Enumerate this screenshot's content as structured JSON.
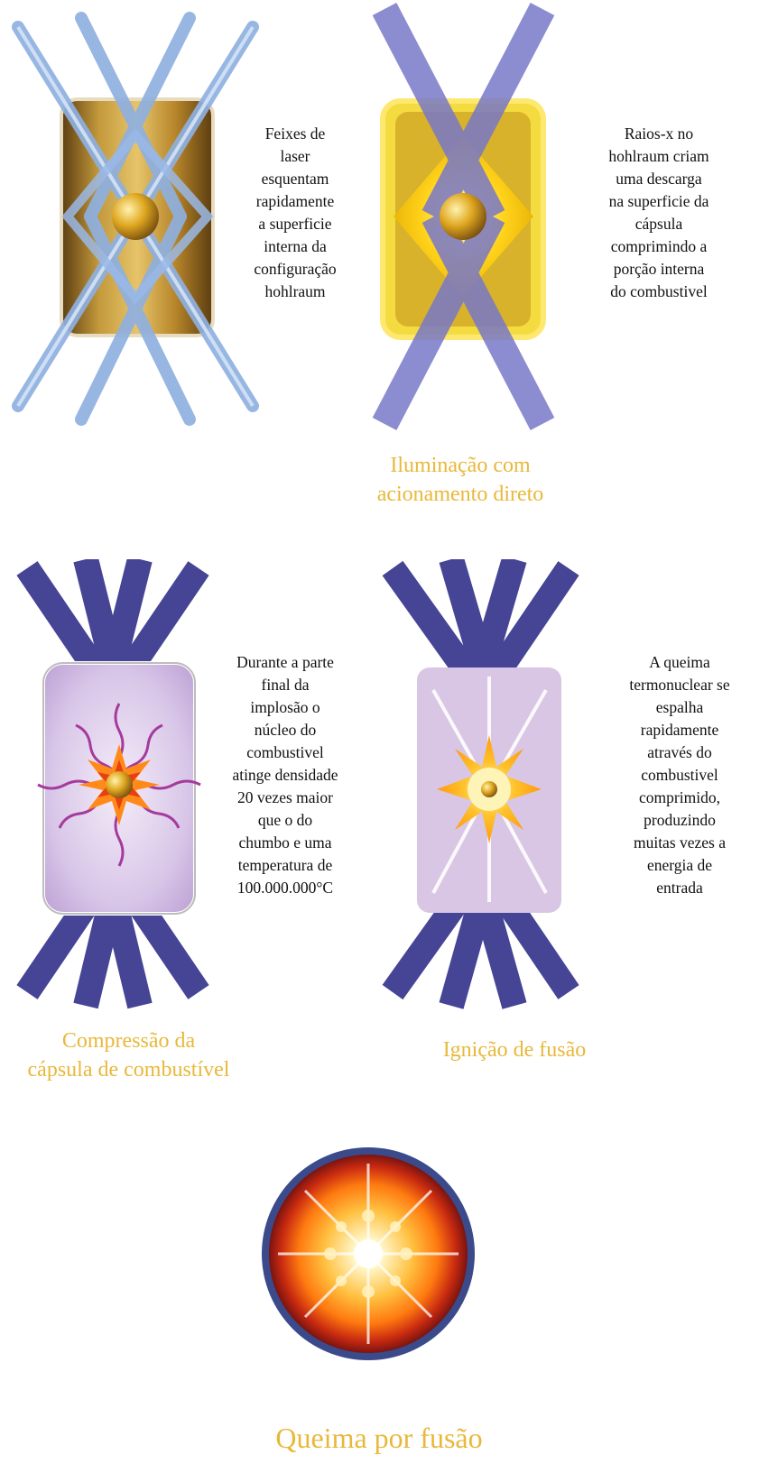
{
  "colors": {
    "beam": "#6c6db8",
    "beam_light": "#a8c0e8",
    "gold": "#b8892a",
    "caption": "#e8b83a",
    "plasma": "#d8c8e6",
    "flame": "#ff7a1a"
  },
  "stages": [
    {
      "illustration": "hohlraum-laser-heating",
      "description": "Feixes de\nlaser\nesquentam\nrapidamente\na superficie\ninterna da\nconfiguração\nhohlraum",
      "caption": ""
    },
    {
      "illustration": "hohlraum-xray-ablation",
      "description": "Raios-x no\nhohlraum criam\numa descarga\nna superficie da\ncápsula\ncomprimindo a\nporção interna\ndo combustivel",
      "caption": "Iluminação com\nacionamento direto"
    },
    {
      "illustration": "capsule-compression",
      "description": "Durante a parte\nfinal da\nimplosão o\nnúcleo do\ncombustivel\natinge densidade\n20 vezes maior\nque o do\nchumbo e uma\ntemperatura de\n100.000.000°C",
      "caption": "Compressão da\ncápsula de combustível"
    },
    {
      "illustration": "fusion-ignition",
      "description": "A queima\ntermonuclear se\nespalha\nrapidamente\natravés do\ncombustivel\ncomprimido,\nproduzindo\nmuitas vezes a\nenergia de\nentrada",
      "caption": "Ignição de fusão"
    },
    {
      "illustration": "fusion-burn",
      "description": "",
      "caption": "Queima por fusão"
    }
  ]
}
